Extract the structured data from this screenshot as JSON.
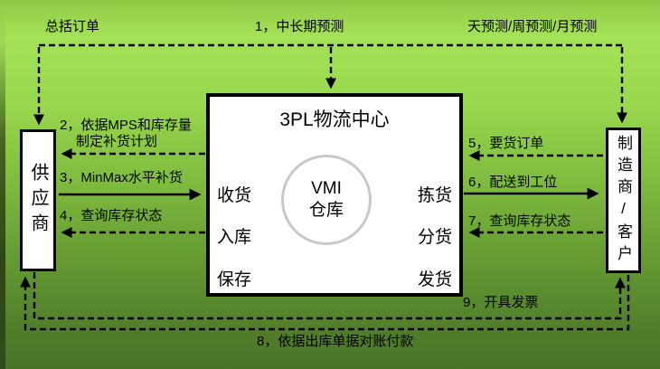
{
  "diagram": {
    "top": {
      "blanket_order": "总括订单",
      "mid_long_term_forecast": "1，中长期预测",
      "day_week_month_forecast": "天预测/周预测/月预测"
    },
    "supplier": {
      "label": "供应商"
    },
    "center": {
      "title": "3PL物流中心",
      "circle_line1": "VMI",
      "circle_line2": "仓库",
      "ops_left": [
        "收货",
        "入库",
        "保存"
      ],
      "ops_right": [
        "拣货",
        "分货",
        "发货"
      ]
    },
    "manufacturer": {
      "label": "制造商/客户"
    },
    "left_flows": {
      "f2_line1": "2，依据MPS和库存量",
      "f2_line2": "制定补货计划",
      "f3": "3，MinMax水平补货",
      "f4": "4，查询库存状态"
    },
    "right_flows": {
      "f5": "5，要货订单",
      "f6": "6，配送到工位",
      "f7": "7，查询库存状态"
    },
    "bottom_flows": {
      "f9": "9，开具发票",
      "f8": "8，依据出库单据对账付款"
    }
  },
  "colors": {
    "background_top": "#a4e257",
    "background_bottom": "#497326",
    "left_edge_shadow": "#14280a",
    "box_fill": "#ffffff",
    "box_border": "#000000",
    "line_color": "#000000",
    "circle_border": "#c8c8c8",
    "text": "#000000"
  }
}
